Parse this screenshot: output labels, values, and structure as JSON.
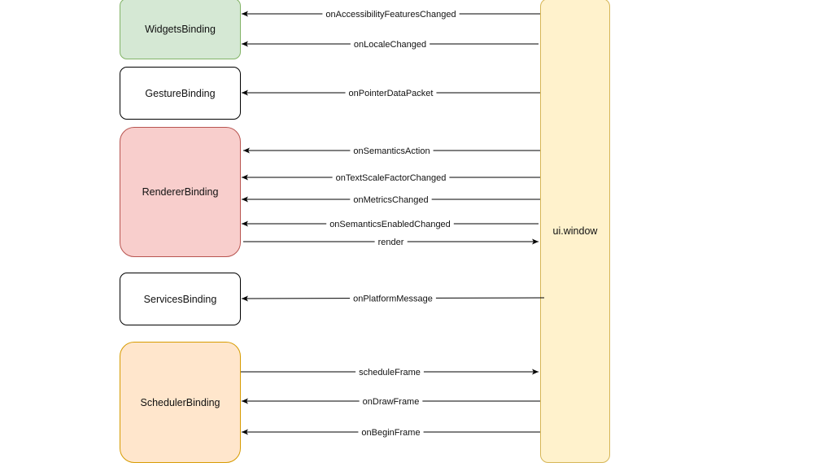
{
  "boxes": {
    "widgets": {
      "label": "WidgetsBinding",
      "fill": "#d5e8d4",
      "stroke": "#82b366"
    },
    "gesture": {
      "label": "GestureBinding",
      "fill": "#ffffff",
      "stroke": "#000000"
    },
    "renderer": {
      "label": "RendererBinding",
      "fill": "#f8cecc",
      "stroke": "#b85450"
    },
    "services": {
      "label": "ServicesBinding",
      "fill": "#ffffff",
      "stroke": "#000000"
    },
    "scheduler": {
      "label": "SchedulerBinding",
      "fill": "#ffe6cc",
      "stroke": "#d79b00"
    },
    "window": {
      "label": "ui.window",
      "fill": "#fff2cc",
      "stroke": "#d6b656"
    }
  },
  "edges": [
    {
      "label": "onAccessibilityFeaturesChanged",
      "from": "ui.window",
      "to": "WidgetsBinding"
    },
    {
      "label": "onLocaleChanged",
      "from": "ui.window",
      "to": "WidgetsBinding"
    },
    {
      "label": "onPointerDataPacket",
      "from": "ui.window",
      "to": "GestureBinding"
    },
    {
      "label": "onSemanticsAction",
      "from": "ui.window",
      "to": "RendererBinding"
    },
    {
      "label": "onTextScaleFactorChanged",
      "from": "ui.window",
      "to": "RendererBinding"
    },
    {
      "label": "onMetricsChanged",
      "from": "ui.window",
      "to": "RendererBinding"
    },
    {
      "label": "onSemanticsEnabledChanged",
      "from": "ui.window",
      "to": "RendererBinding"
    },
    {
      "label": "render",
      "from": "RendererBinding",
      "to": "ui.window"
    },
    {
      "label": "onPlatformMessage",
      "from": "ui.window",
      "to": "ServicesBinding"
    },
    {
      "label": "scheduleFrame",
      "from": "SchedulerBinding",
      "to": "ui.window"
    },
    {
      "label": "onDrawFrame",
      "from": "ui.window",
      "to": "SchedulerBinding"
    },
    {
      "label": "onBeginFrame",
      "from": "ui.window",
      "to": "SchedulerBinding"
    }
  ]
}
